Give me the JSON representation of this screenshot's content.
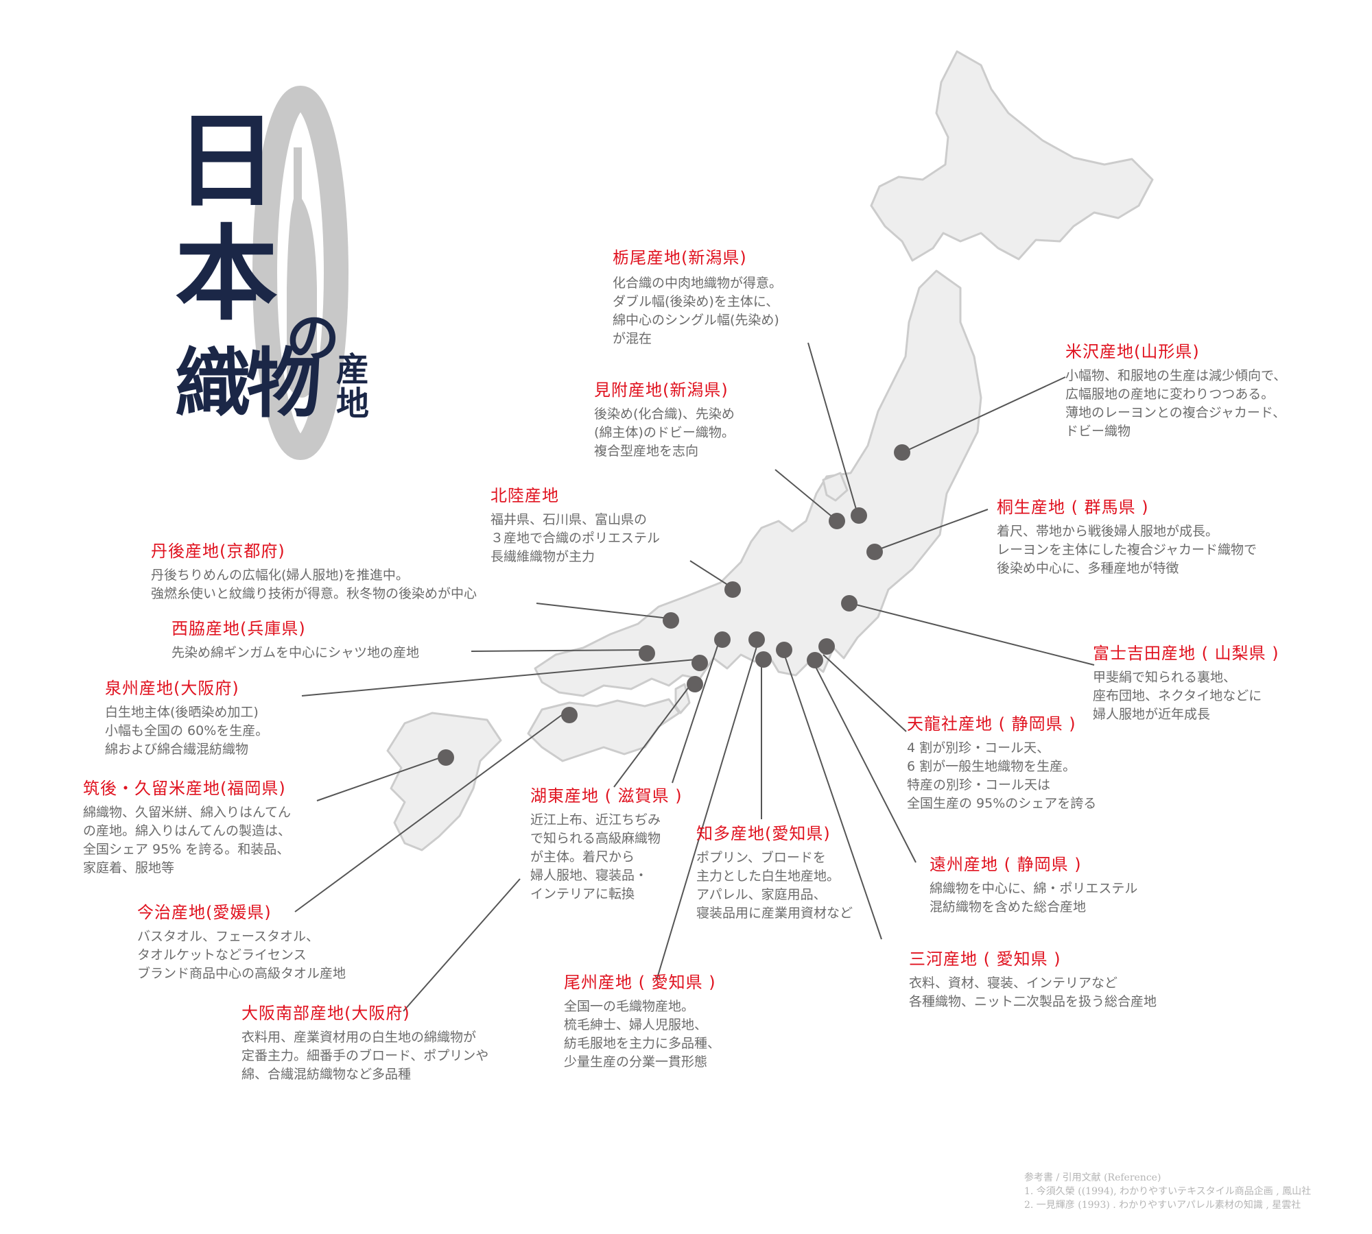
{
  "title": {
    "line1": "日",
    "line2": "本",
    "particle": "の",
    "line3": "織物",
    "suffix_1": "産",
    "suffix_2": "地",
    "full": "日本の織物産地"
  },
  "colors": {
    "title_navy": "#1b2747",
    "region_name_red": "#e0121f",
    "description_gray": "#6b6b6b",
    "land_fill": "#eeeeee",
    "land_stroke": "#cccccc",
    "marker_dot": "#636060",
    "leader_line": "#555555",
    "reference_text": "#b5b5b5"
  },
  "regions": [
    {
      "name": "栃尾産地(新潟県)",
      "description": "化合織の中肉地織物が得意。\nダブル幅(後染め)を主体に、\n綿中心のシングル幅(先染め)\nが混在"
    },
    {
      "name": "米沢産地(山形県)",
      "description": "小幅物、和服地の生産は減少傾向で、\n広幅服地の産地に変わりつつある。\n薄地のレーヨンとの複合ジャカード、\nドビー織物"
    },
    {
      "name": "見附産地(新潟県)",
      "description": "後染め(化合織)、先染め\n(綿主体)のドビー織物。\n複合型産地を志向"
    },
    {
      "name": "北陸産地",
      "description": "福井県、石川県、富山県の\n３産地で合織のポリエステル\n長繊維織物が主力"
    },
    {
      "name": "桐生産地 ( 群馬県 )",
      "description": "着尺、帯地から戦後婦人服地が成長。\nレーヨンを主体にした複合ジャカード織物で\n後染め中心に、多種産地が特徴"
    },
    {
      "name": "丹後産地(京都府)",
      "description": "丹後ちりめんの広幅化(婦人服地)を推進中。\n強燃糸使いと紋織り技術が得意。秋冬物の後染めが中心"
    },
    {
      "name": "西脇産地(兵庫県)",
      "description": "先染め綿ギンガムを中心にシャツ地の産地"
    },
    {
      "name": "富士吉田産地 ( 山梨県 )",
      "description": "甲斐絹で知られる裏地、\n座布団地、ネクタイ地などに\n婦人服地が近年成長"
    },
    {
      "name": "泉州産地(大阪府)",
      "description": "白生地主体(後晒染め加工)\n小幅も全国の 60%を生産。\n綿および綿合繊混紡織物"
    },
    {
      "name": "天龍社産地 ( 静岡県 )",
      "description": "4 割が別珍・コール天、\n6 割が一般生地織物を生産。\n特産の別珍・コール天は\n全国生産の 95%のシェアを誇る"
    },
    {
      "name": "筑後・久留米産地(福岡県)",
      "description": "綿織物、久留米絣、綿入りはんてん\nの産地。綿入りはんてんの製造は、\n全国シェア 95% を誇る。和装品、\n家庭着、服地等"
    },
    {
      "name": "湖東産地 ( 滋賀県 )",
      "description": "近江上布、近江ちぢみ\nで知られる高級麻織物\nが主体。着尺から\n婦人服地、寝装品・\nインテリアに転換"
    },
    {
      "name": "知多産地(愛知県)",
      "description": "ポプリン、ブロードを\n主力とした白生地産地。\nアパレル、家庭用品、\n寝装品用に産業用資材など"
    },
    {
      "name": "遠州産地 ( 静岡県 )",
      "description": "綿織物を中心に、綿・ポリエステル\n混紡織物を含めた総合産地"
    },
    {
      "name": "今治産地(愛媛県)",
      "description": "バスタオル、フェースタオル、\nタオルケットなどライセンス\nブランド商品中心の高級タオル産地"
    },
    {
      "name": "三河産地 ( 愛知県 )",
      "description": "衣料、資材、寝装、インテリアなど\n各種織物、ニット二次製品を扱う総合産地"
    },
    {
      "name": "尾州産地 ( 愛知県 )",
      "description": "全国一の毛織物産地。\n梳毛紳士、婦人児服地、\n紡毛服地を主力に多品種、\n少量生産の分業一貫形態"
    },
    {
      "name": "大阪南部産地(大阪府)",
      "description": "衣料用、産業資材用の白生地の綿織物が\n定番主力。細番手のブロード、ポプリンや\n綿、合繊混紡織物など多品種"
    }
  ],
  "reference": {
    "heading": "参考書 / 引用文献 (Reference)",
    "items": [
      "1. 今須久榮 ((1994), わかりやすいテキスタイル商品企画 , 鳳山社",
      "2. 一見輝彦 (1993) . わかりやすいアパレル素材の知識 , 星雲社"
    ]
  }
}
